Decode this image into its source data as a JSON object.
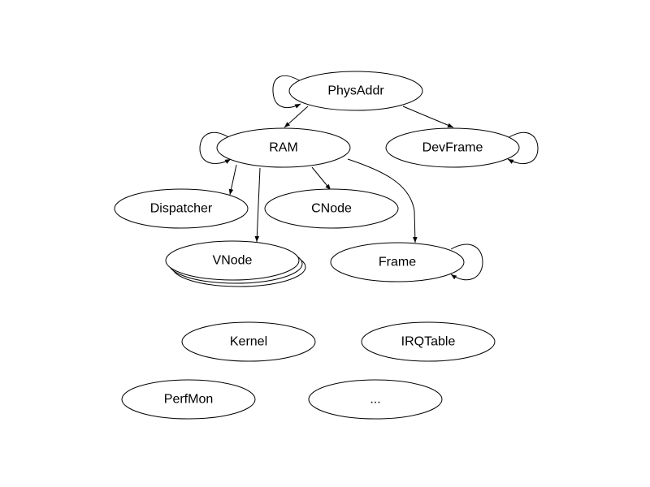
{
  "diagram": {
    "nodes": {
      "physaddr": "PhysAddr",
      "ram": "RAM",
      "devframe": "DevFrame",
      "dispatcher": "Dispatcher",
      "cnode": "CNode",
      "vnode": "VNode",
      "frame": "Frame",
      "kernel": "Kernel",
      "irqtable": "IRQTable",
      "perfmon": "PerfMon",
      "more": "..."
    },
    "edges": [
      {
        "from": "PhysAddr",
        "to": "RAM"
      },
      {
        "from": "PhysAddr",
        "to": "DevFrame"
      },
      {
        "from": "RAM",
        "to": "Dispatcher"
      },
      {
        "from": "RAM",
        "to": "VNode"
      },
      {
        "from": "RAM",
        "to": "CNode"
      },
      {
        "from": "RAM",
        "to": "Frame"
      }
    ],
    "self_loops": [
      "PhysAddr",
      "RAM",
      "DevFrame",
      "Frame"
    ],
    "colors": {
      "stroke": "#000000",
      "fill": "#ffffff",
      "background": "#ffffff"
    }
  }
}
